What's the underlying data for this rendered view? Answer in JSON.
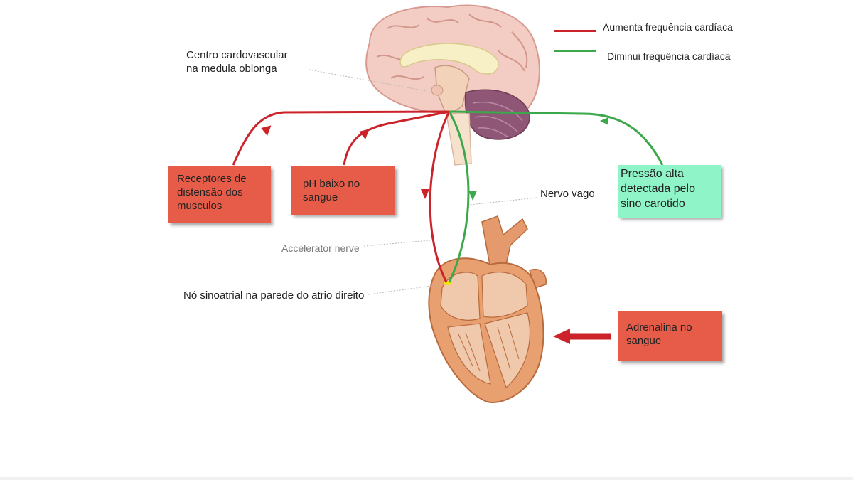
{
  "colors": {
    "increase": "#cc2229",
    "decrease": "#3aa84b",
    "box_red": "#e65c48",
    "box_green": "#8ff5c8"
  },
  "legend": {
    "increase_label": "Aumenta frequência cardíaca",
    "decrease_label": "Diminui frequência cardíaca"
  },
  "labels": {
    "cardio_center": "Centro cardovascular\nna medula oblonga",
    "vagus": "Nervo vago",
    "accelerator": "Accelerator nerve",
    "sa_node": "Nó sinoatrial na parede do atrio direito"
  },
  "boxes": {
    "stretch_receptors": "Receptores de\ndistensão dos\nmusculos",
    "low_ph": "pH baixo no\n   sangue",
    "high_pressure": "Pressão alta\ndetectada pelo\nsino carotido",
    "adrenaline": "Adrenalina no\nsangue"
  }
}
